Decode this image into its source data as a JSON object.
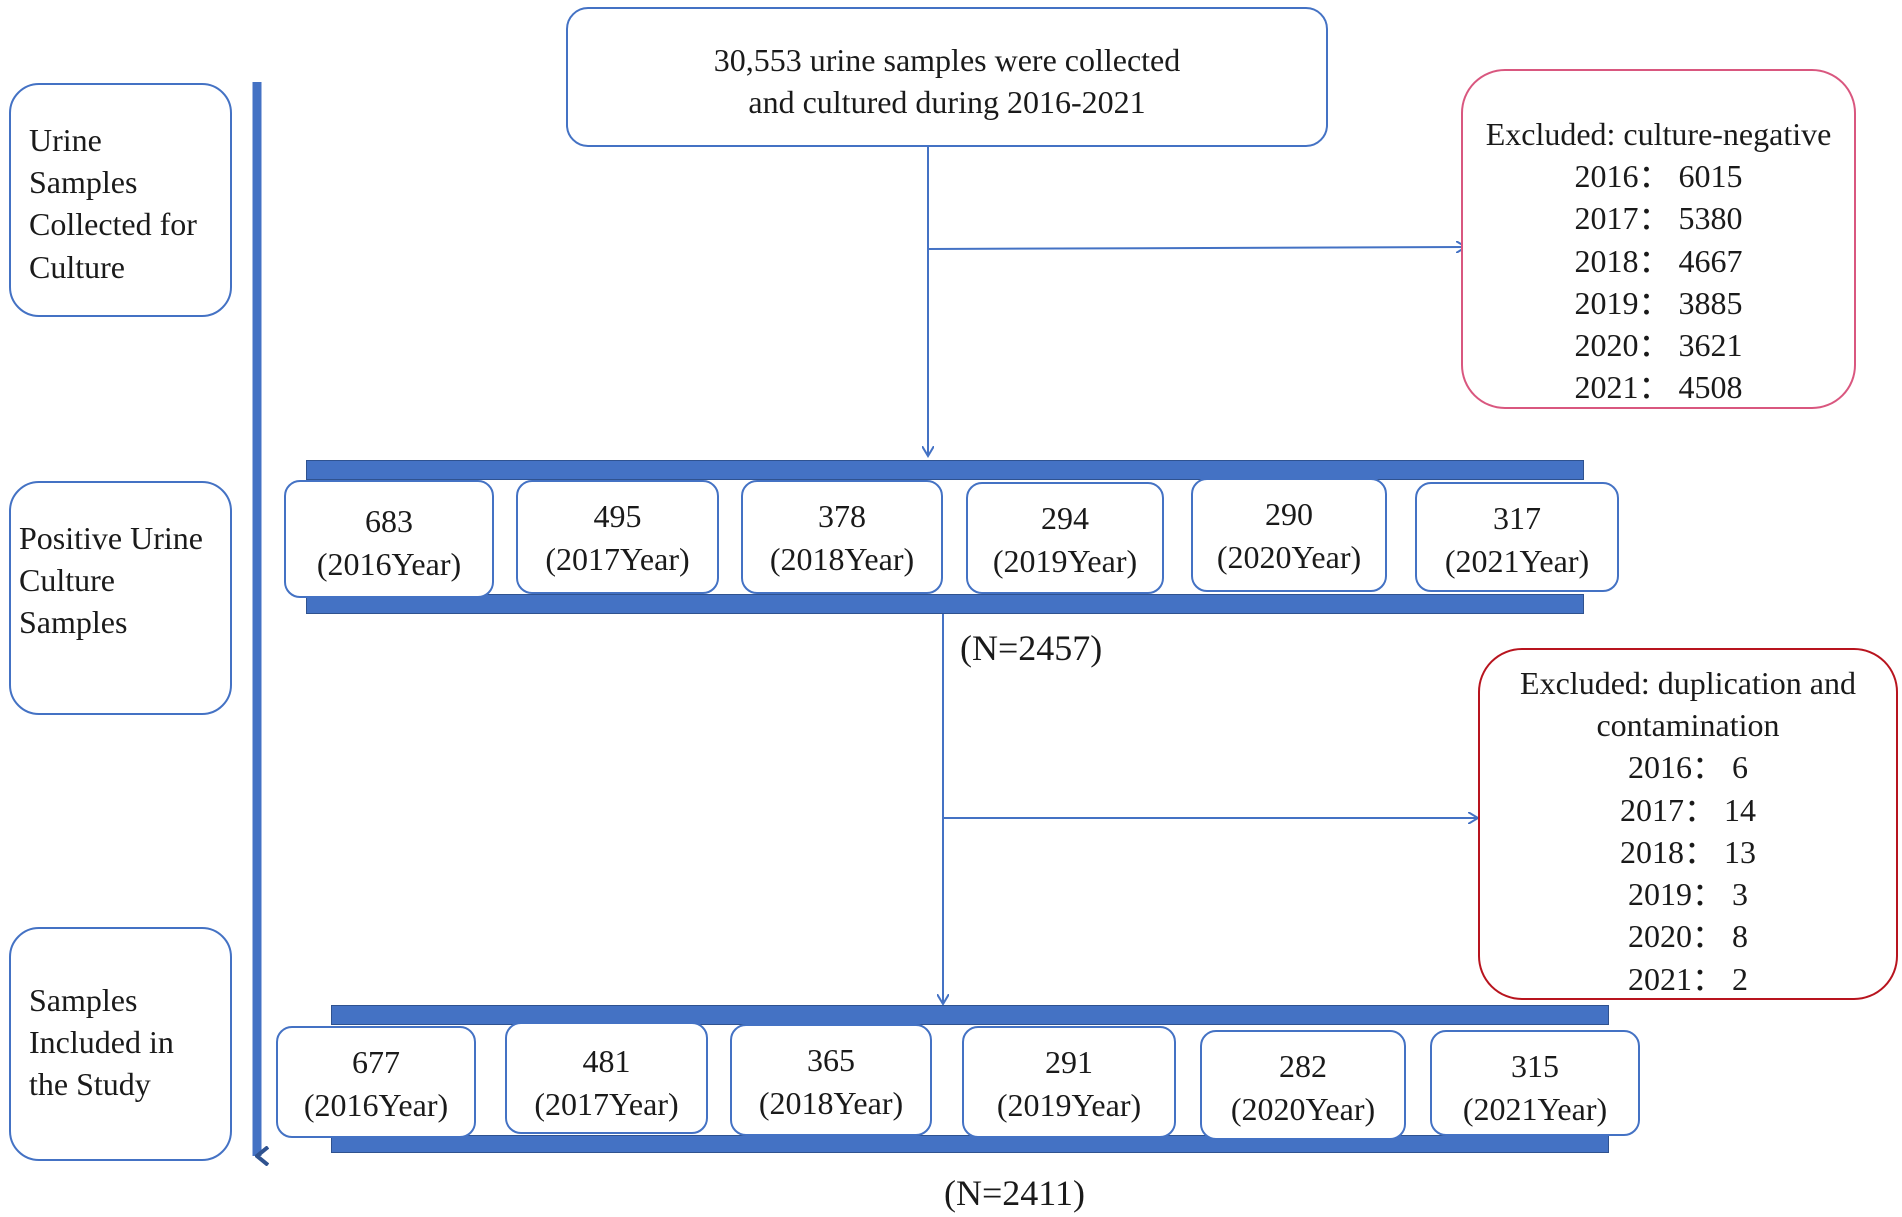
{
  "stages": {
    "collected": [
      "Urine",
      "Samples",
      "Collected for",
      "Culture"
    ],
    "positive": [
      "Positive Urine",
      "Culture",
      "Samples"
    ],
    "included": [
      "Samples",
      "Included in",
      "the Study"
    ]
  },
  "top_box": [
    "30,553 urine samples were collected",
    "and cultured during 2016-2021"
  ],
  "excluded_negative": {
    "title": "Excluded: culture-negative",
    "items": [
      "2016： 6015",
      "2017： 5380",
      "2018： 4667",
      "2019： 3885",
      "2020： 3621",
      "2021： 4508"
    ]
  },
  "excluded_duplication": {
    "title_lines": [
      "Excluded: duplication and",
      "contamination"
    ],
    "items": [
      "2016： 6",
      "2017： 14",
      "2018： 13",
      "2019： 3",
      "2020： 8",
      "2021： 2"
    ]
  },
  "positive_years": [
    {
      "count": "683",
      "year": "(2016Year)"
    },
    {
      "count": "495",
      "year": "(2017Year)"
    },
    {
      "count": "378",
      "year": "(2018Year)"
    },
    {
      "count": "294",
      "year": "(2019Year)"
    },
    {
      "count": "290",
      "year": "(2020Year)"
    },
    {
      "count": "317",
      "year": "(2021Year)"
    }
  ],
  "positive_total": "(N=2457)",
  "included_years": [
    {
      "count": "677",
      "year": "(2016Year)"
    },
    {
      "count": "481",
      "year": "(2017Year)"
    },
    {
      "count": "365",
      "year": "(2018Year)"
    },
    {
      "count": "291",
      "year": "(2019Year)"
    },
    {
      "count": "282",
      "year": "(2020Year)"
    },
    {
      "count": "315",
      "year": "(2021Year)"
    }
  ],
  "included_total": "(N=2411)",
  "colors": {
    "accent": "#4472c4",
    "neg_border": "#d9577f",
    "dup_border": "#b8141e"
  }
}
